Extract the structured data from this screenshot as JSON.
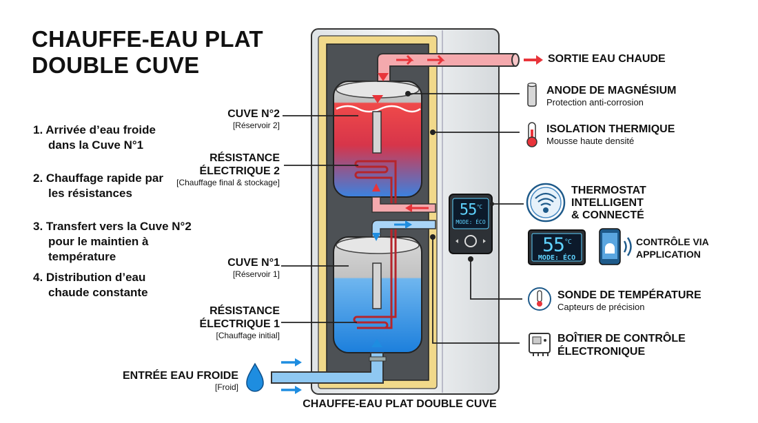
{
  "title": {
    "line1": "CHAUFFE-EAU PLAT",
    "line2": "DOUBLE CUVE"
  },
  "steps": [
    {
      "line1": "1. Arrivée d’eau froide",
      "line2": "dans la Cuve N°1"
    },
    {
      "line1": "2. Chauffage rapide par",
      "line2": "les résistances"
    },
    {
      "line1": "3. Transfert vers la Cuve N°2",
      "line2": "pour le maintien à",
      "line3": "température"
    },
    {
      "line1": "4. Distribution d’eau",
      "line2": "chaude constante"
    }
  ],
  "left_labels": {
    "cuve2": {
      "title": "CUVE N°2",
      "sub": "[Réservoir 2]"
    },
    "res2": {
      "title1": "RÉSISTANCE",
      "title2": "ÉLECTRIQUE 2",
      "sub": "[Chauffage final & stockage]"
    },
    "cuve1": {
      "title": "CUVE N°1",
      "sub": "[Réservoir 1]"
    },
    "res1": {
      "title1": "RÉSISTANCE",
      "title2": "ÉLECTRIQUE 1",
      "sub": "[Chauffage initial]"
    },
    "inlet": {
      "title": "ENTRÉE EAU FROIDE",
      "sub": "[Froid]"
    }
  },
  "right_labels": {
    "outlet": {
      "title": "SORTIE EAU CHAUDE"
    },
    "anode": {
      "title": "ANODE DE MAGNÉSIUM",
      "sub": "Protection anti-corrosion"
    },
    "insulation": {
      "title": "ISOLATION THERMIQUE",
      "sub": "Mousse haute densité"
    },
    "thermostat": {
      "line1": "THERMOSTAT",
      "line2": "INTELLIGENT",
      "line3": "& CONNECTÉ"
    },
    "app": {
      "line1": "CONTRÔLE VIA",
      "line2": "APPLICATION"
    },
    "probe": {
      "title": "SONDE DE TEMPÉRATURE",
      "sub": "Capteurs de précision"
    },
    "control_box": {
      "line1": "BOÎTIER DE CONTRÔLE",
      "line2": "ÉLECTRONIQUE"
    }
  },
  "display": {
    "temp": "55",
    "unit": "°C",
    "mode": "MODE: ÉCO"
  },
  "caption": "CHAUFFE-EAU PLAT DOUBLE CUVE",
  "colors": {
    "hot": "#e8343a",
    "cold": "#1e8de0",
    "pipe_hot": "#f4a9ad",
    "pipe_cold": "#8fc8f2",
    "insulation": "#f1d98a",
    "display_text": "#5fd3ff",
    "casing": "#e9ecef"
  },
  "icons": [
    "anode-rod-icon",
    "thermometer-icon",
    "wifi-gear-icon",
    "smartphone-android-icon",
    "signal-waves-icon",
    "probe-thermometer-icon",
    "control-box-icon",
    "water-drop-icon"
  ]
}
